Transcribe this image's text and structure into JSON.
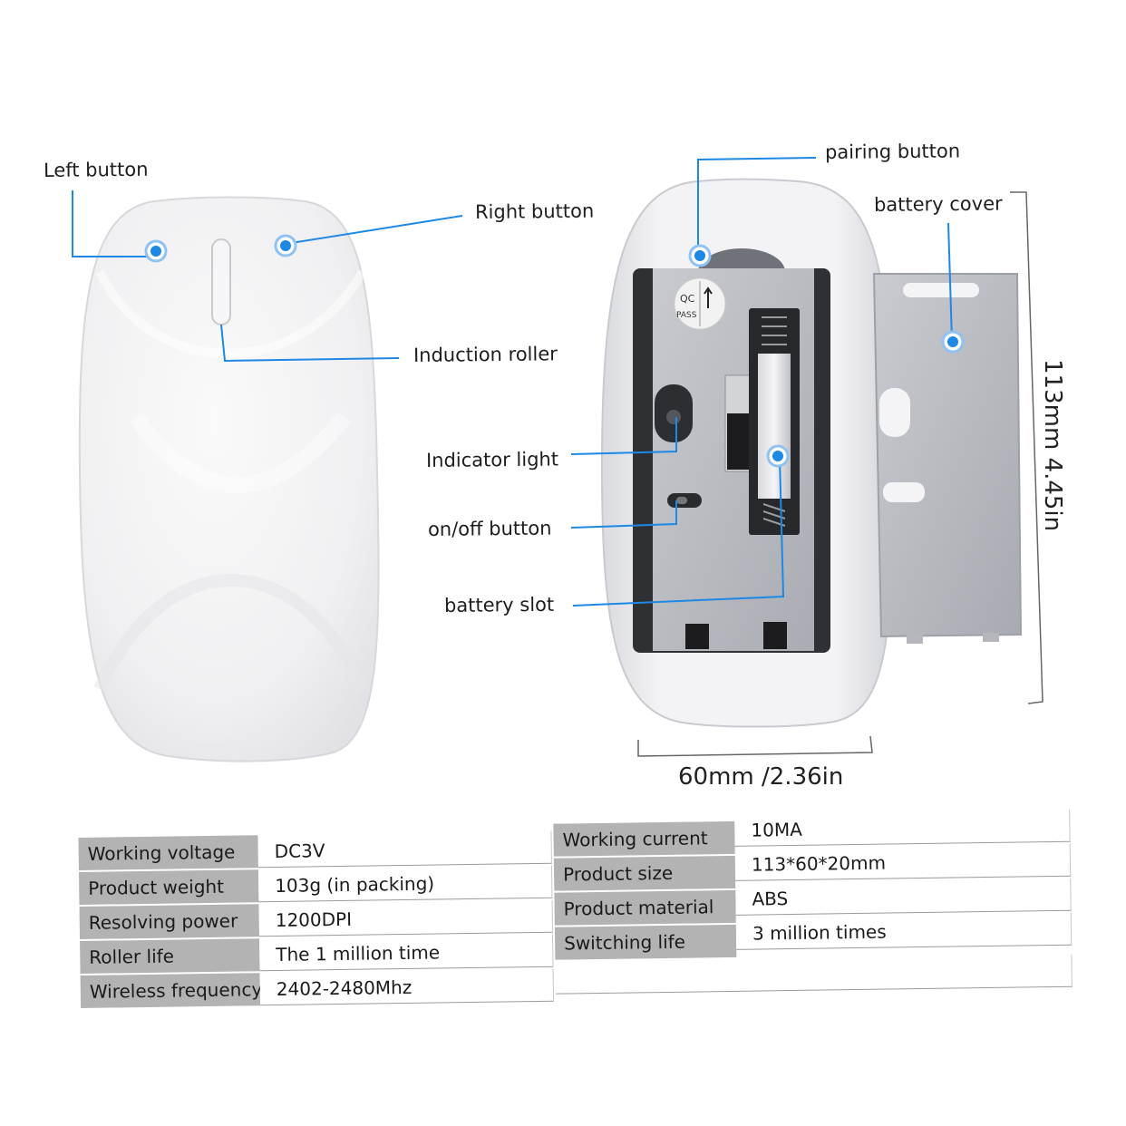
{
  "colors": {
    "accent": "#1e88e5",
    "table_key_bg": "#b3b3b3",
    "shell": "#f0f0f3",
    "tray": "#b9bcc2"
  },
  "callouts": {
    "left_button": "Left button",
    "right_button": "Right button",
    "induction_roller": "Induction roller",
    "pairing_button": "pairing button",
    "battery_cover": "battery cover",
    "indicator_light": "Indicator light",
    "on_off_button": "on/off button",
    "battery_slot": "battery slot"
  },
  "module_labels": {
    "qc": "QC",
    "pass": "PASS"
  },
  "dimensions": {
    "width": "60mm  /2.36in",
    "height": "113mm  4.45in"
  },
  "specs": {
    "left": [
      {
        "key": "Working voltage",
        "value": "DC3V"
      },
      {
        "key": "Product weight",
        "value": "103g (in packing)"
      },
      {
        "key": "Resolving power",
        "value": "1200DPI"
      },
      {
        "key": "Roller life",
        "value": "The 1 million time"
      },
      {
        "key": "Wireless frequency",
        "value": "2402-2480Mhz"
      }
    ],
    "right": [
      {
        "key": "Working current",
        "value": "10MA"
      },
      {
        "key": "Product size",
        "value": "113*60*20mm"
      },
      {
        "key": "Product material",
        "value": "ABS"
      },
      {
        "key": "Switching life",
        "value": "3 million times"
      }
    ]
  }
}
